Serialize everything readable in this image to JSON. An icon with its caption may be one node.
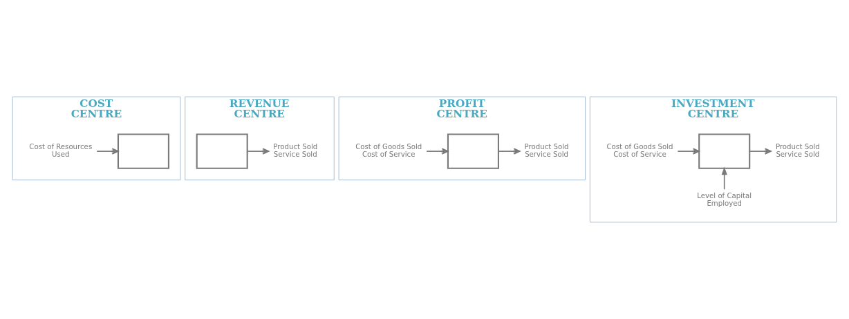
{
  "diagram": {
    "nodes": [
      {
        "text": [
          "COST CENTRE"
        ]
      },
      {
        "text": [
          "Cost of Resources Used"
        ],
        "in": 0
      },
      {
        "text": [],
        "shape": "box",
        "in": 0
      },
      {
        "text": [
          "REVENUE CENTRE"
        ]
      },
      {
        "text": [],
        "shape": "box",
        "in": 3
      },
      {
        "text": [
          "Product Sold Service Sold"
        ],
        "in": 3
      },
      {
        "text": [
          "PROFIT CENTRE"
        ]
      },
      {
        "text": [
          "Cost of Goods Sold Cost of Service"
        ],
        "in": 6
      },
      {
        "text": [],
        "shape": "box",
        "in": 6
      },
      {
        "text": [
          "Product Sold Service Sold"
        ],
        "in": 6
      },
      {
        "text": [
          "INVESTMENT CENTRE"
        ]
      },
      {
        "text": [
          "Cost of Goods Sold Cost of Service"
        ],
        "in": 10
      },
      {
        "text": [],
        "shape": "box",
        "in": 10
      },
      {
        "text": [
          "Product Sold Service Sold"
        ],
        "in": 10
      },
      {
        "text": [
          "Level of Capital Employed"
        ],
        "in": 10
      }
    ],
    "edges": [
      {
        "from": 1,
        "to": 2,
        "arrow": "to"
      },
      {
        "from": 4,
        "to": 5,
        "arrow": "to"
      },
      {
        "from": 7,
        "to": 8,
        "arrow": "to"
      },
      {
        "from": 8,
        "to": 9,
        "arrow": "to"
      },
      {
        "from": 11,
        "to": 12,
        "arrow": "to"
      },
      {
        "from": 12,
        "to": 13,
        "arrow": "to"
      },
      {
        "from": 14,
        "to": 12,
        "arrow": "to"
      }
    ]
  }
}
